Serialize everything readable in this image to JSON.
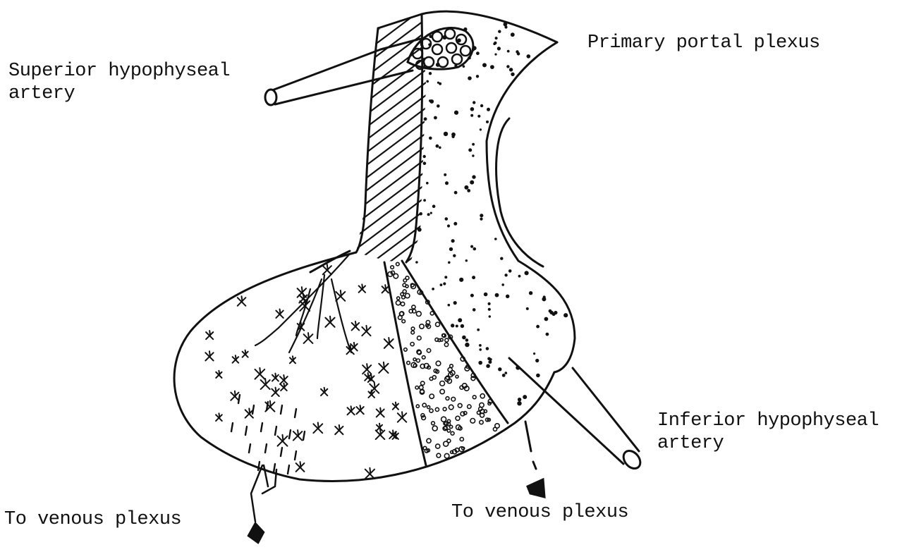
{
  "diagram": {
    "labels": {
      "superior_artery_line1": "Superior hypophyseal",
      "superior_artery_line2": "artery",
      "primary_portal_plexus": "Primary portal plexus",
      "inferior_artery_line1": "Inferior hypophyseal",
      "inferior_artery_line2": "artery",
      "venous_plexus_right": "To venous plexus",
      "venous_plexus_left": "To venous plexus"
    },
    "colors": {
      "ink": "#111111",
      "background": "#ffffff"
    }
  }
}
